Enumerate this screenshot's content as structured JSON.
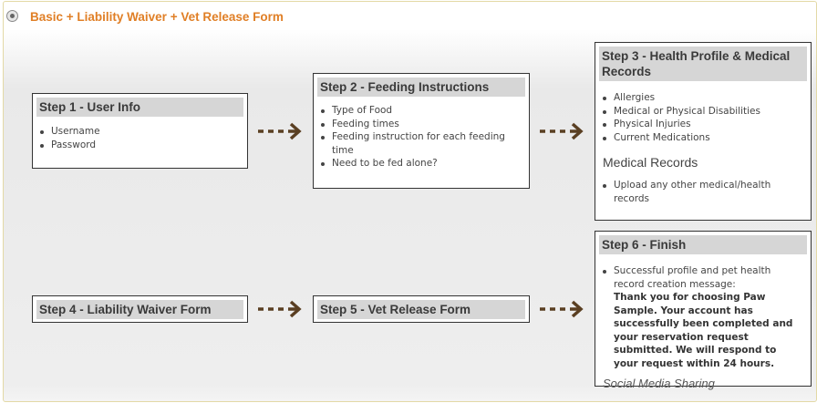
{
  "header": {
    "title": "Basic + Liability Waiver + Vet Release Form"
  },
  "steps": {
    "step1": {
      "title": "Step 1 - User Info",
      "items": [
        "Username",
        "Password"
      ]
    },
    "step2": {
      "title": "Step 2 - Feeding Instructions",
      "items": [
        "Type of Food",
        "Feeding times",
        "Feeding instruction for each feeding time",
        "Need to be fed alone?"
      ]
    },
    "step3": {
      "title": "Step 3 - Health Profile & Medical Records",
      "items": [
        "Allergies",
        "Medical or Physical Disabilities",
        "Physical Injuries",
        "Current Medications"
      ],
      "subheading": "Medical Records",
      "sub_items": [
        "Upload any other medical/health records"
      ]
    },
    "step4": {
      "title": "Step 4 - Liability Waiver Form"
    },
    "step5": {
      "title": "Step 5 - Vet Release Form"
    },
    "step6": {
      "title": "Step 6 - Finish",
      "item_intro": "Successful profile and pet health record creation message:",
      "item_message": "Thank you for choosing Paw Sample. Your account has successfully been completed and your reservation request submitted. We will respond to your request within 24 hours.",
      "footer": "Social Media Sharing"
    }
  },
  "colors": {
    "title": "#e07f26",
    "arrow": "#5a3f22",
    "box_header": "#d6d6d6"
  }
}
